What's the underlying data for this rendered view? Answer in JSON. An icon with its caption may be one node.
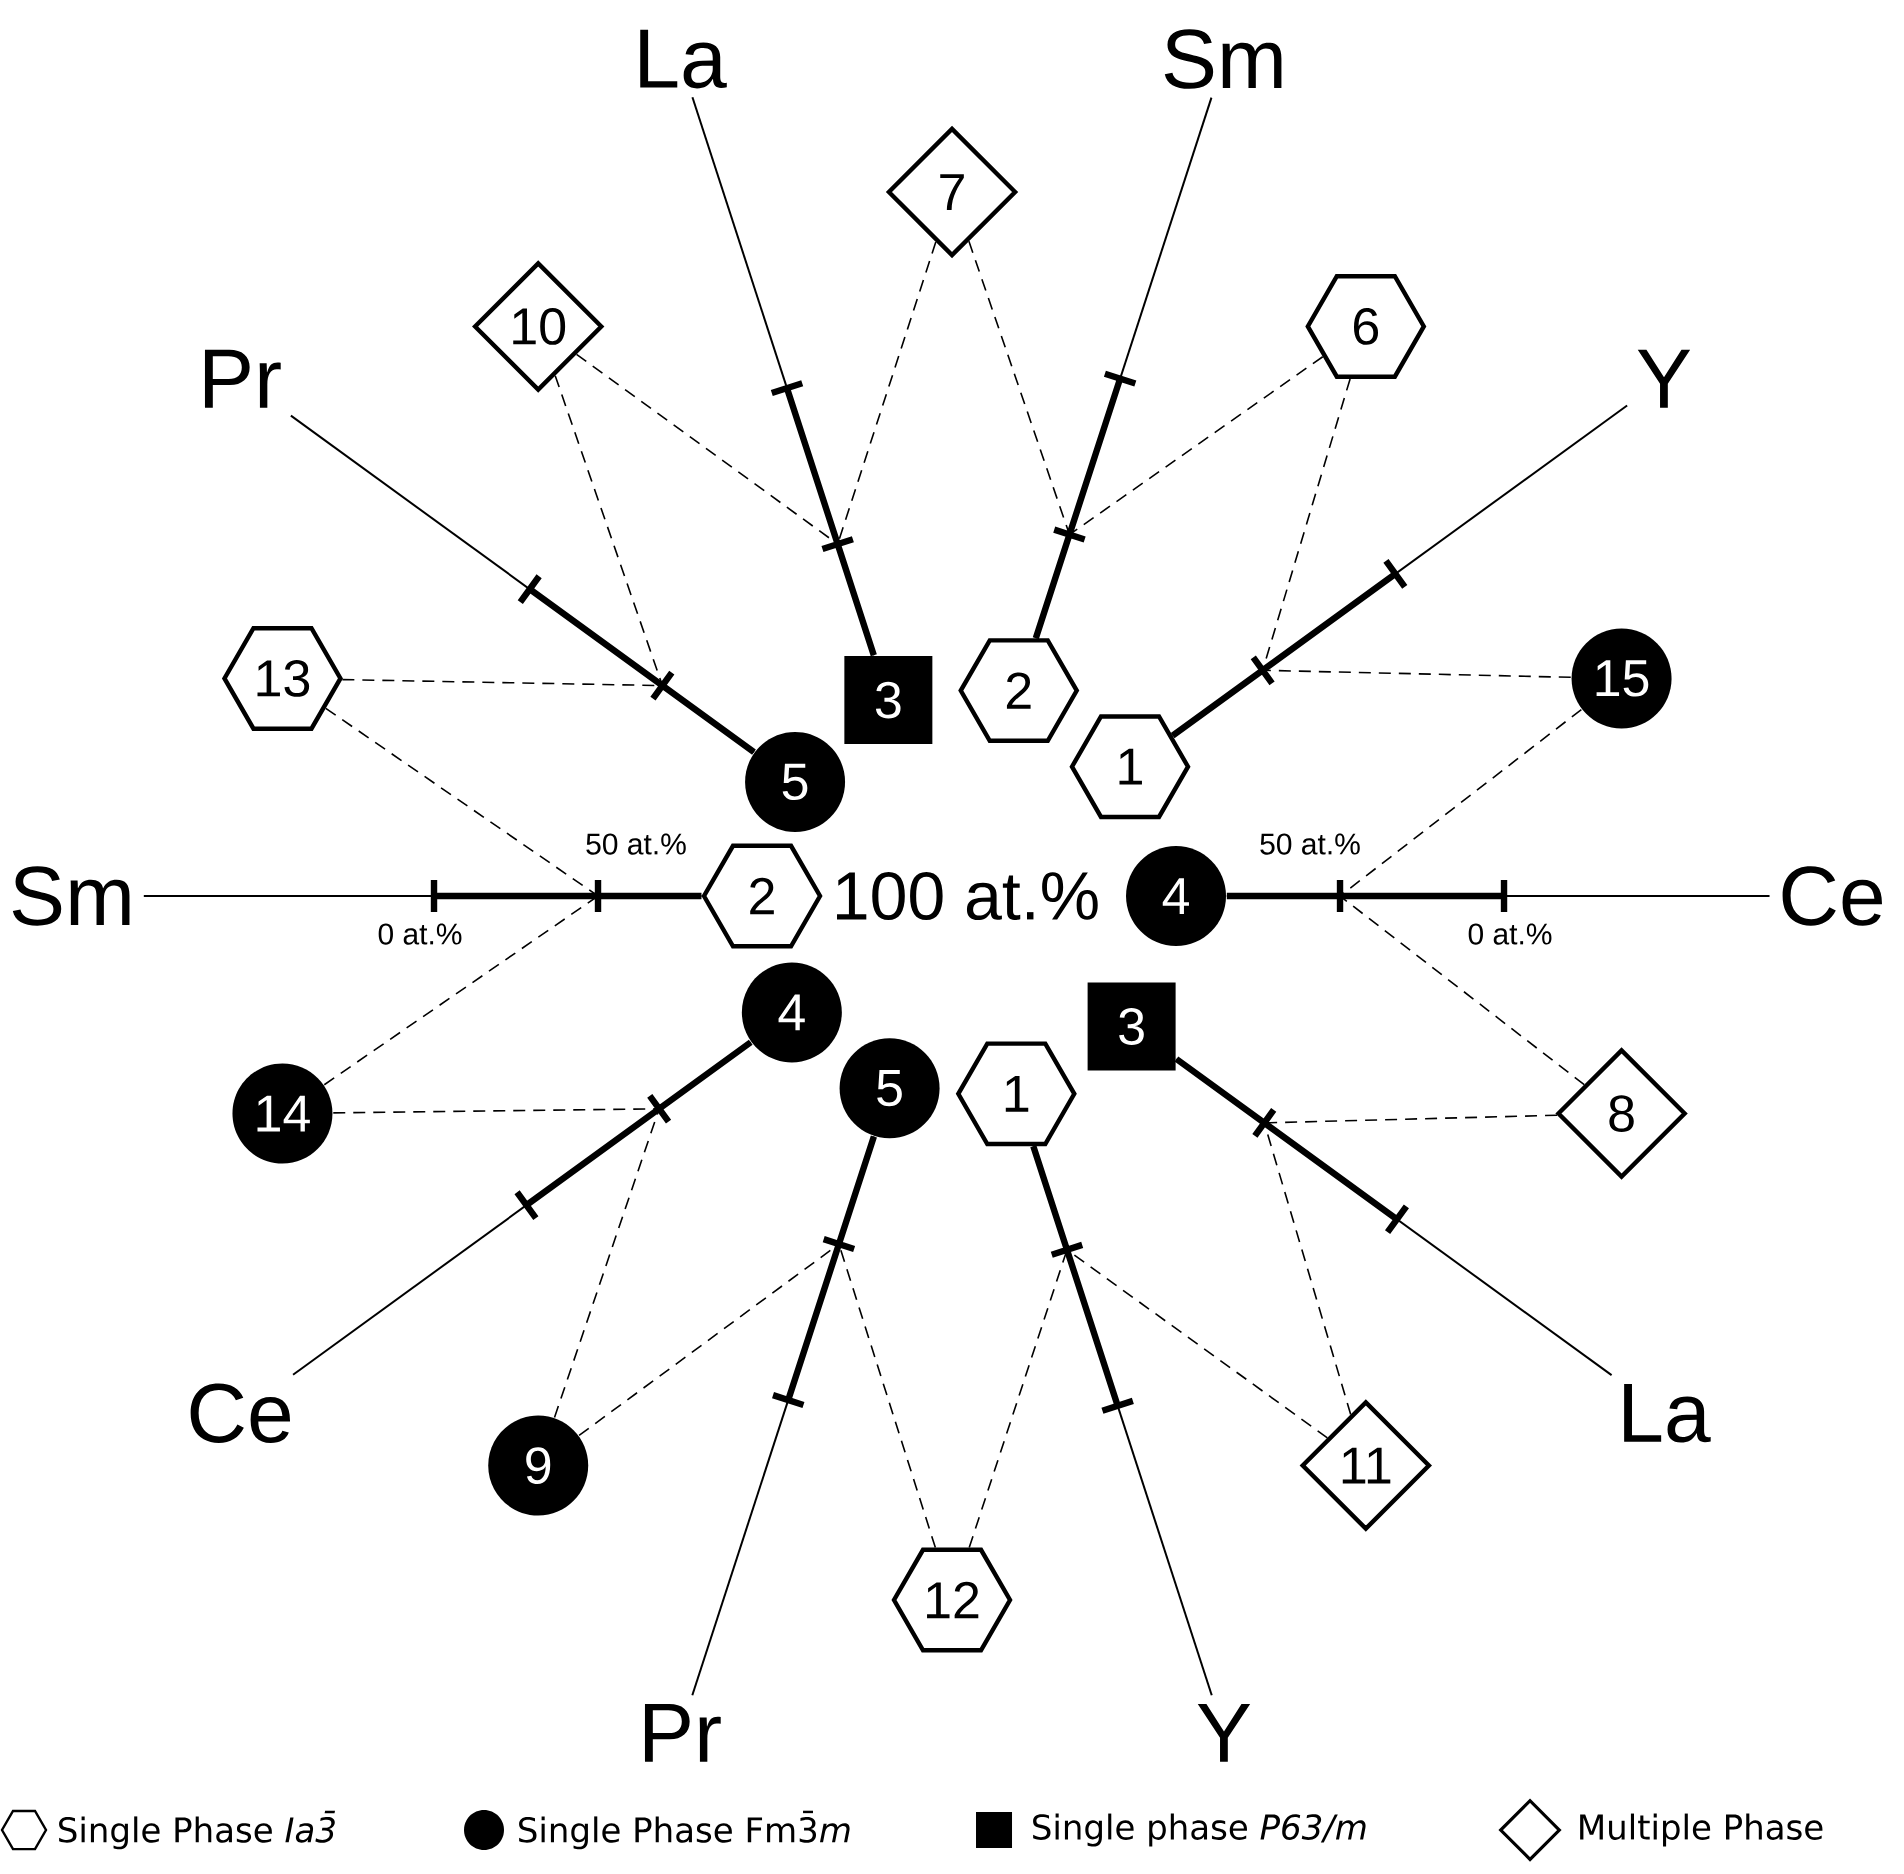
{
  "diagram": {
    "nodes": [
      {
        "text": [
          "La"
        ]
      },
      {
        "text": [
          "Sm"
        ]
      },
      {
        "text": [
          "7"
        ]
      },
      {
        "text": [
          "10"
        ]
      },
      {
        "text": [
          "6"
        ]
      },
      {
        "text": [
          "Pr"
        ]
      },
      {
        "text": [
          "Y"
        ]
      },
      {
        "text": [
          "13"
        ]
      },
      {
        "text": [
          "15"
        ]
      },
      {
        "text": [
          "3"
        ]
      },
      {
        "text": [
          "2"
        ]
      },
      {
        "text": [
          "5"
        ]
      },
      {
        "text": [
          "1"
        ]
      },
      {
        "text": [
          "Sm"
        ]
      },
      {
        "text": [
          "2"
        ]
      },
      {
        "text": [
          "4"
        ]
      },
      {
        "text": [
          "Ce"
        ]
      },
      {
        "text": [
          "4"
        ]
      },
      {
        "text": [
          "3"
        ]
      },
      {
        "text": [
          "5"
        ]
      },
      {
        "text": [
          "1"
        ]
      },
      {
        "text": [
          "14"
        ]
      },
      {
        "text": [
          "8"
        ]
      },
      {
        "text": [
          "Ce"
        ]
      },
      {
        "text": [
          "La"
        ]
      },
      {
        "text": [
          "9"
        ]
      },
      {
        "text": [
          "11"
        ]
      },
      {
        "text": [
          "12"
        ]
      },
      {
        "text": [
          "Pr"
        ]
      },
      {
        "text": [
          "Y"
        ]
      }
    ],
    "edges": [
      {
        "from": 0,
        "to": 9,
        "arrow": "none"
      },
      {
        "from": 1,
        "to": 10,
        "arrow": "none"
      },
      {
        "from": 5,
        "to": 11,
        "arrow": "none"
      },
      {
        "from": 6,
        "to": 12,
        "arrow": "none"
      },
      {
        "from": 13,
        "to": 14,
        "arrow": "none"
      },
      {
        "from": 16,
        "to": 15,
        "arrow": "none"
      },
      {
        "from": 23,
        "to": 17,
        "arrow": "none"
      },
      {
        "from": 24,
        "to": 18,
        "arrow": "none"
      },
      {
        "from": 28,
        "to": 19,
        "arrow": "none"
      },
      {
        "from": 29,
        "to": 20,
        "arrow": "none"
      },
      {
        "from": 2,
        "to": 10,
        "arrow": "none",
        "style": "dashed"
      },
      {
        "from": 2,
        "to": 9,
        "arrow": "none",
        "style": "dashed"
      },
      {
        "from": 3,
        "to": 9,
        "arrow": "none",
        "style": "dashed"
      },
      {
        "from": 3,
        "to": 11,
        "arrow": "none",
        "style": "dashed"
      },
      {
        "from": 4,
        "to": 12,
        "arrow": "none",
        "style": "dashed"
      },
      {
        "from": 4,
        "to": 10,
        "arrow": "none",
        "style": "dashed"
      },
      {
        "from": 7,
        "to": 11,
        "arrow": "none",
        "style": "dashed"
      },
      {
        "from": 7,
        "to": 14,
        "arrow": "none",
        "style": "dashed"
      },
      {
        "from": 8,
        "to": 15,
        "arrow": "none",
        "style": "dashed"
      },
      {
        "from": 8,
        "to": 12,
        "arrow": "none",
        "style": "dashed"
      },
      {
        "from": 21,
        "to": 14,
        "arrow": "none",
        "style": "dashed"
      },
      {
        "from": 21,
        "to": 17,
        "arrow": "none",
        "style": "dashed"
      },
      {
        "from": 22,
        "to": 18,
        "arrow": "none",
        "style": "dashed"
      },
      {
        "from": 22,
        "to": 15,
        "arrow": "none",
        "style": "dashed"
      },
      {
        "from": 25,
        "to": 17,
        "arrow": "none",
        "style": "dashed"
      },
      {
        "from": 25,
        "to": 19,
        "arrow": "none",
        "style": "dashed"
      },
      {
        "from": 26,
        "to": 20,
        "arrow": "none",
        "style": "dashed"
      },
      {
        "from": 26,
        "to": 18,
        "arrow": "none",
        "style": "dashed"
      },
      {
        "from": 27,
        "to": 19,
        "arrow": "none",
        "style": "dashed"
      },
      {
        "from": 27,
        "to": 20,
        "arrow": "none",
        "style": "dashed"
      }
    ],
    "labels": [
      "50 at.%",
      "50 at.%",
      "100 at.%",
      "0 at.%",
      "0 at.%"
    ],
    "legend": [
      {
        "text": "Single Phase *Ia3̄*"
      },
      {
        "text": "Single Phase Fm3̄*m*"
      },
      {
        "text": "Single phase *P63/m*"
      },
      {
        "text": "Multiple Phase"
      }
    ]
  }
}
